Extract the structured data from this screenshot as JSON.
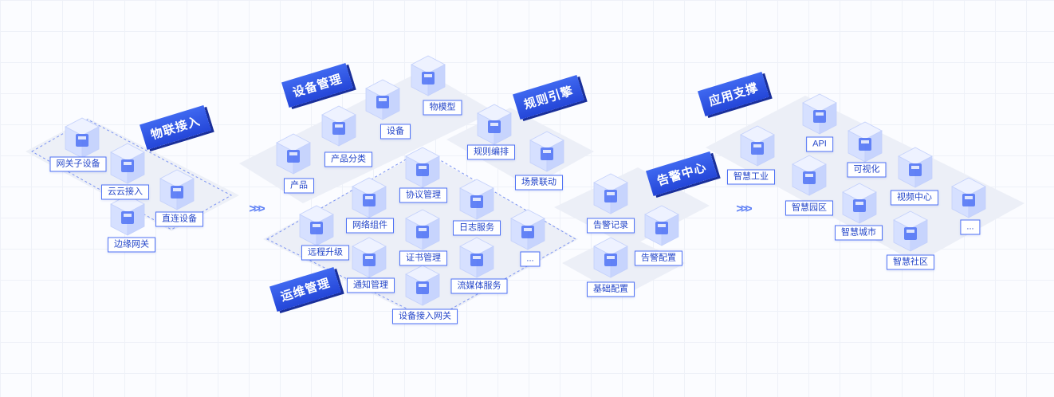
{
  "sections": {
    "iot_access": {
      "title": "物联接入",
      "items": [
        "网关子设备",
        "云云接入",
        "直连设备",
        "边缘网关"
      ]
    },
    "device_mgmt": {
      "title": "设备管理",
      "items": [
        "物模型",
        "设备",
        "产品分类",
        "产品"
      ]
    },
    "rule_engine": {
      "title": "规则引擎",
      "items": [
        "规则编排",
        "场景联动"
      ]
    },
    "ops_mgmt": {
      "title": "运维管理",
      "items": [
        "协议管理",
        "网络组件",
        "日志服务",
        "远程升级",
        "证书管理",
        "...",
        "通知管理",
        "流媒体服务",
        "设备接入网关"
      ]
    },
    "alarm_center": {
      "title": "告警中心",
      "items": [
        "告警记录",
        "告警配置",
        "基础配置"
      ]
    },
    "app_support": {
      "title": "应用支撑",
      "items": [
        "API",
        "智慧工业",
        "可视化",
        "智慧园区",
        "视频中心",
        "智慧城市",
        "...",
        "智慧社区"
      ]
    }
  },
  "arrows": [
    ">>>",
    ">>>"
  ],
  "icons": {
    "iot_access": [
      "monitor-icon",
      "cloud-icon",
      "link-icon",
      "router-icon"
    ],
    "device_mgmt": [
      "model-icon",
      "server-icon",
      "category-icon",
      "product-icon"
    ],
    "rule_engine": [
      "workflow-icon",
      "linkage-icon"
    ],
    "ops_mgmt": [
      "protocol-icon",
      "network-icon",
      "log-icon",
      "upgrade-icon",
      "certificate-icon",
      "more-icon",
      "notice-icon",
      "media-icon",
      "gateway-icon"
    ],
    "alarm_center": [
      "alarm-record-icon",
      "alarm-config-icon",
      "basic-config-icon"
    ],
    "app_support": [
      "api-icon",
      "factory-icon",
      "visual-icon",
      "park-icon",
      "video-icon",
      "city-icon",
      "more-icon",
      "community-icon"
    ]
  },
  "colors": {
    "accent": "#2f55e4",
    "label_border": "#4f72f5",
    "cube_face": "#dfe7ff",
    "platform": "#e6eaf4"
  }
}
